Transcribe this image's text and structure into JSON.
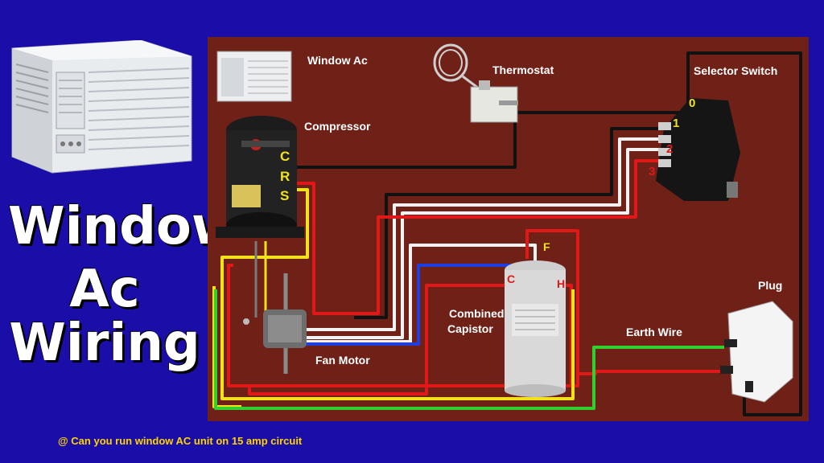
{
  "title": {
    "line1": "Window",
    "line2": "Ac",
    "line3": "Wiring"
  },
  "caption": "@ Can you run window AC unit on 15 amp circuit",
  "labels": {
    "window_ac": "Window Ac",
    "compressor": "Compressor",
    "thermostat": "Thermostat",
    "selector_switch": "Selector Switch",
    "plug": "Plug",
    "combined_capacitor_line1": "Combined",
    "combined_capacitor_line2": "Capistor",
    "earth_wire": "Earth Wire",
    "fan_motor": "Fan Motor"
  },
  "compressor_terminals": [
    "C",
    "R",
    "S"
  ],
  "capacitor_terminals": [
    "F",
    "C",
    "H"
  ],
  "switch_terminals": [
    "0",
    "1",
    "2",
    "3"
  ],
  "colors": {
    "background": "#1b0ea8",
    "board": "#6f2118",
    "wire_red": "#e01818",
    "wire_yellow": "#f2e21a",
    "wire_green": "#2fd12f",
    "wire_black": "#111111",
    "wire_white": "#f2f2f2",
    "wire_blue": "#1f3ee0"
  }
}
